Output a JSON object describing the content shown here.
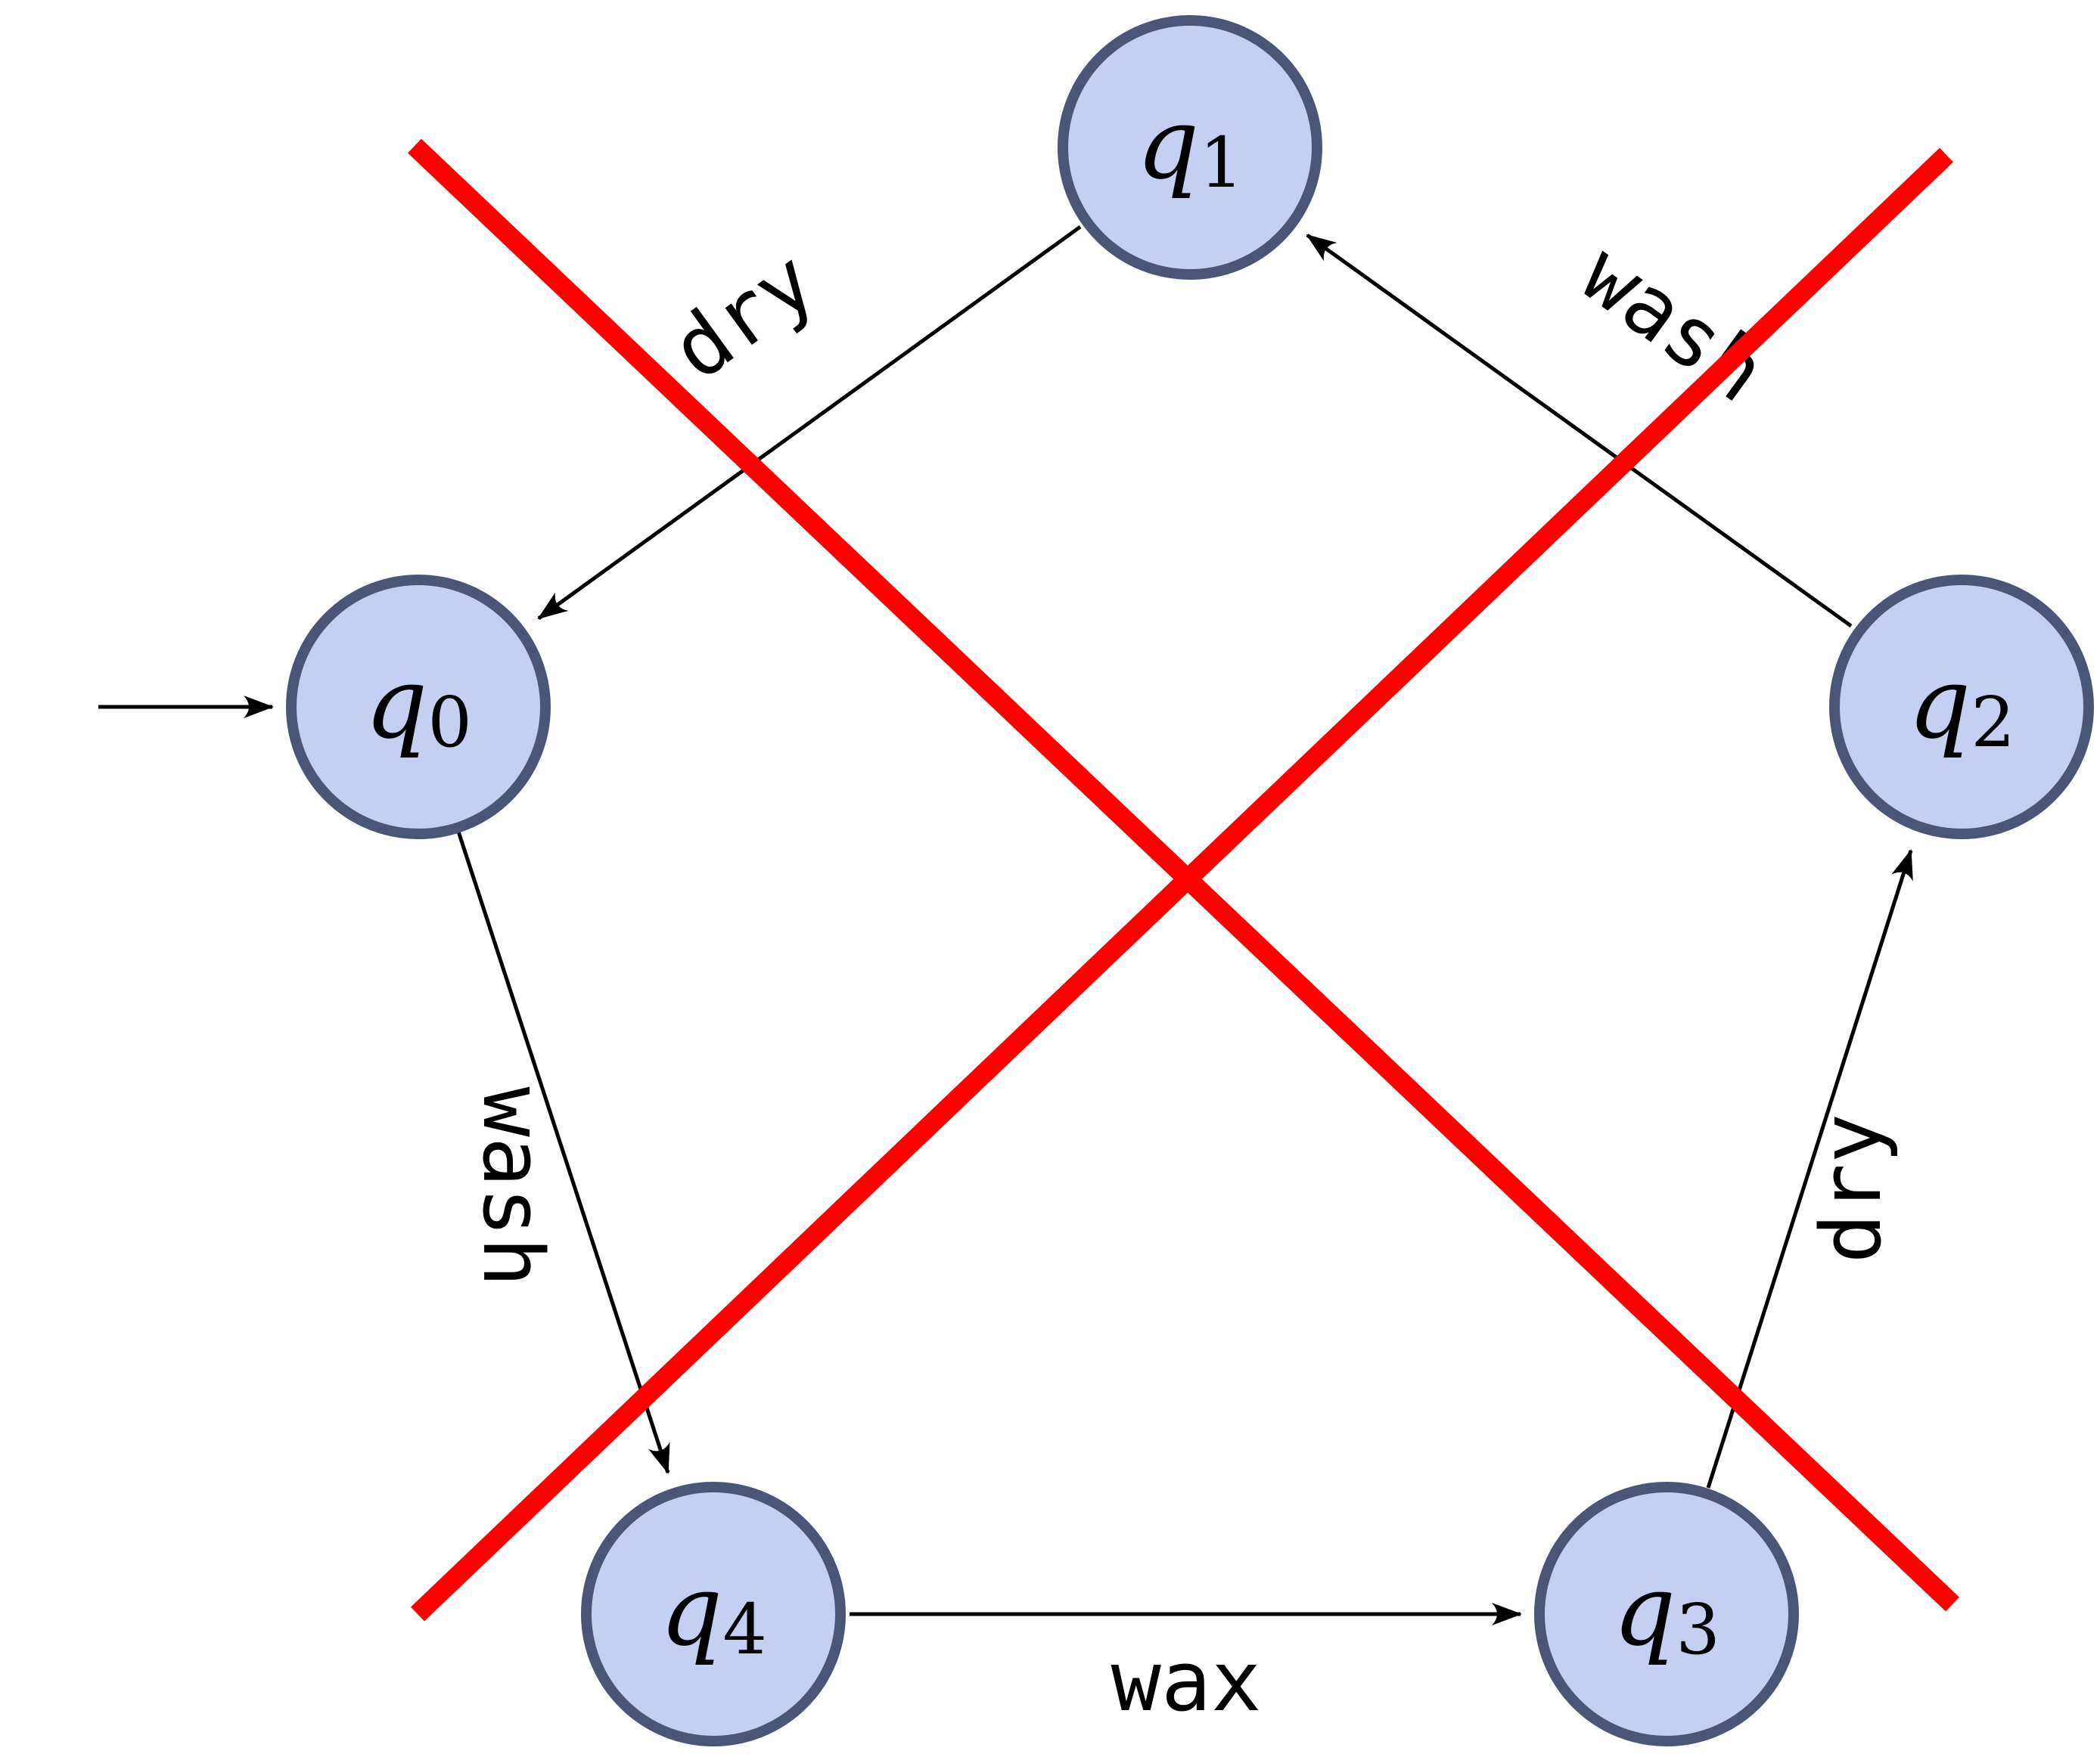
{
  "colors": {
    "state_fill": "#c5cff2",
    "state_stroke": "#4a5578",
    "edge": "#000000",
    "cross": "#ff0000",
    "background": "#ffffff"
  },
  "states": [
    {
      "id": "q0",
      "letter": "q",
      "sub": "0",
      "initial": true
    },
    {
      "id": "q1",
      "letter": "q",
      "sub": "1",
      "initial": false
    },
    {
      "id": "q2",
      "letter": "q",
      "sub": "2",
      "initial": false
    },
    {
      "id": "q3",
      "letter": "q",
      "sub": "3",
      "initial": false
    },
    {
      "id": "q4",
      "letter": "q",
      "sub": "4",
      "initial": false
    }
  ],
  "transitions": [
    {
      "from": "q1",
      "to": "q0",
      "label": "dry"
    },
    {
      "from": "q2",
      "to": "q1",
      "label": "wash"
    },
    {
      "from": "q0",
      "to": "q4",
      "label": "wash"
    },
    {
      "from": "q4",
      "to": "q3",
      "label": "wax"
    },
    {
      "from": "q3",
      "to": "q2",
      "label": "dry"
    }
  ],
  "overlay": {
    "type": "cross-out",
    "color": "#ff0000"
  }
}
